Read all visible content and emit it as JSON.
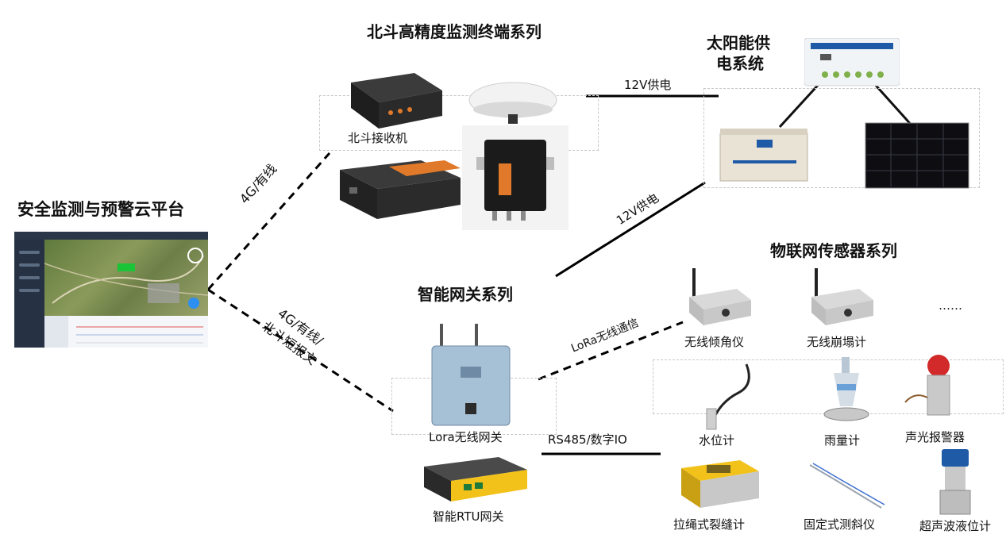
{
  "titles": {
    "platform": "安全监测与预警云平台",
    "beidou": "北斗高精度监测终端系列",
    "solar_line1": "太阳能供",
    "solar_line2": "电系统",
    "gateway": "智能网关系列",
    "iot": "物联网传感器系列"
  },
  "links": {
    "beidou_link": "4G/有线",
    "gateway_link_line1": "4G/有线/",
    "gateway_link_line2": "北斗短报文",
    "power_top": "12V供电",
    "power_mid": "12V供电",
    "lora_comm": "LoRa无线通信",
    "rs485": "RS485/数字IO"
  },
  "devices": {
    "beidou_receiver": "北斗接收机",
    "lora_gateway": "Lora无线网关",
    "rtu_gateway": "智能RTU网关",
    "tilt_meter": "无线倾角仪",
    "collapse_meter": "无线崩塌计",
    "ellipsis": "……",
    "water_level": "水位计",
    "rain_gauge": "雨量计",
    "alarm": "声光报警器",
    "crack_meter": "拉绳式裂缝计",
    "inclinometer": "固定式测斜仪",
    "ultrasonic_level": "超声波液位计"
  },
  "colors": {
    "line": "#000000",
    "dashed_box": "#c8c8c8",
    "orange_accent": "#e07a2a",
    "battery_blue": "#1f5aa6",
    "rtu_yellow": "#f2c21b",
    "alarm_red": "#d22a2a"
  }
}
